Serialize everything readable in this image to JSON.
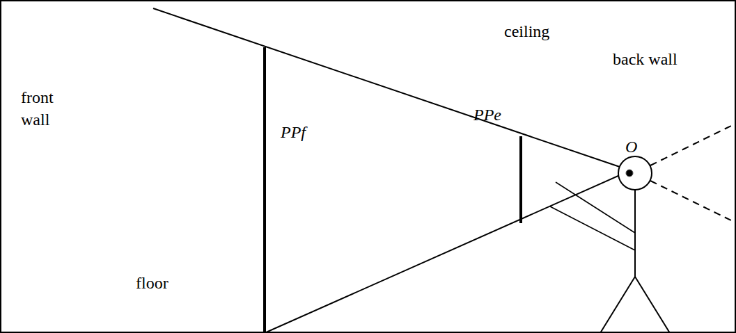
{
  "diagram": {
    "labels": [
      "ceiling",
      "back wall",
      "front wall",
      "PPf",
      "PPe",
      "O",
      "floor"
    ]
  }
}
